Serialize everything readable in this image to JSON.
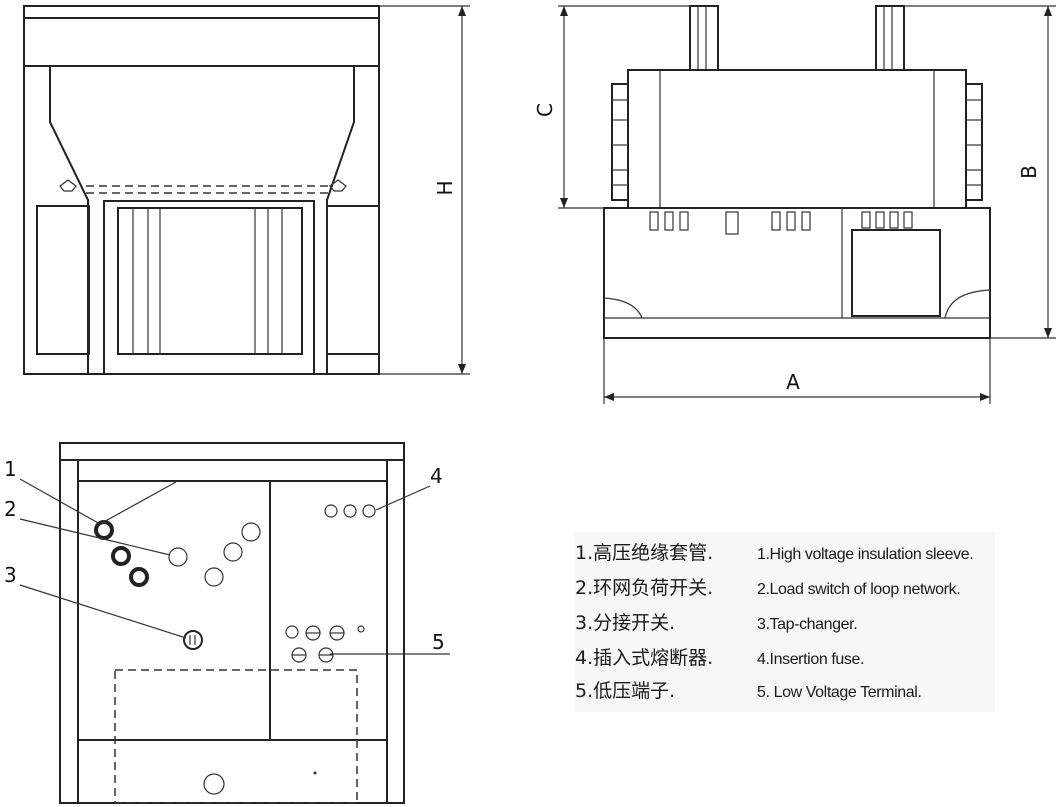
{
  "dimensions": {
    "side_height": "H",
    "front_height_upper": "C",
    "front_height_total": "B",
    "front_width": "A"
  },
  "callouts": [
    "1",
    "2",
    "3",
    "4",
    "5"
  ],
  "legend": [
    {
      "zh": "1.高压绝缘套管.",
      "en": "1.High voltage insulation sleeve."
    },
    {
      "zh": "2.环网负荷开关.",
      "en": "2.Load switch of loop network."
    },
    {
      "zh": "3.分接开关.",
      "en": "3.Tap-changer."
    },
    {
      "zh": "4.插入式熔断器.",
      "en": "4.Insertion fuse."
    },
    {
      "zh": "5.低压端子.",
      "en": "5. Low Voltage Terminal."
    }
  ]
}
